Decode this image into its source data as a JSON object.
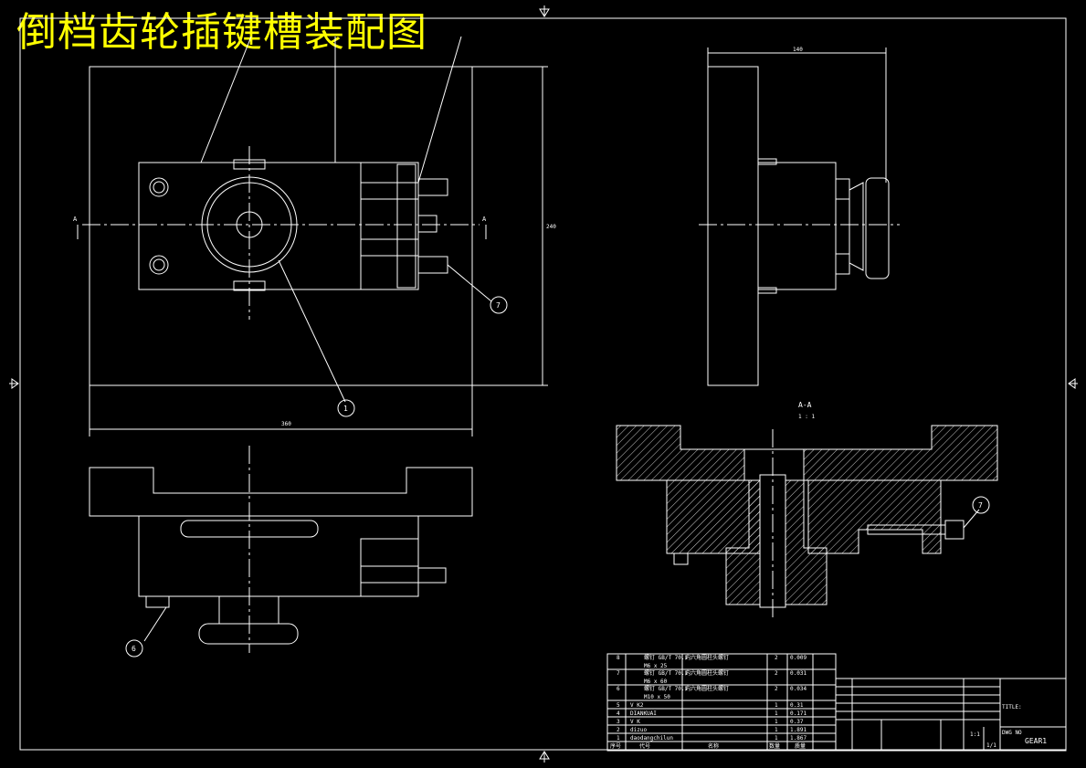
{
  "drawing_title": "倒档齿轮插键槽装配图",
  "views": {
    "front": {
      "dim_width": "360",
      "dim_height": "240",
      "section_mark_left": "A",
      "section_mark_right": "A"
    },
    "side": {
      "dim_width": "140"
    },
    "section": {
      "label": "A-A",
      "scale": "1 : 1"
    }
  },
  "balloons": {
    "b1": "1",
    "b6": "6",
    "b7a": "7",
    "b7b": "7"
  },
  "bom": {
    "rows": [
      {
        "no": "8",
        "name": "螺钉 GB/T 70.1",
        "spec": "M6 x 25",
        "desc": "内六角圆柱头螺钉",
        "qty": "2",
        "mass": "0.009"
      },
      {
        "no": "7",
        "name": "螺钉 GB/T 70.1",
        "spec": "M6 x 60",
        "desc": "内六角圆柱头螺钉",
        "qty": "2",
        "mass": "0.031"
      },
      {
        "no": "6",
        "name": "螺钉 GB/T 70.1",
        "spec": "M10 x 50",
        "desc": "内六角圆柱头螺钉",
        "qty": "2",
        "mass": "0.034"
      },
      {
        "no": "5",
        "name": "V K2",
        "spec": "",
        "desc": "",
        "qty": "1",
        "mass": "0.31"
      },
      {
        "no": "4",
        "name": "DIANKUAI",
        "spec": "",
        "desc": "",
        "qty": "1",
        "mass": "0.171"
      },
      {
        "no": "3",
        "name": "V K",
        "spec": "",
        "desc": "",
        "qty": "1",
        "mass": "0.37"
      },
      {
        "no": "2",
        "name": "dizuo",
        "spec": "",
        "desc": "",
        "qty": "1",
        "mass": "1.891"
      },
      {
        "no": "1",
        "name": "daodangchilun",
        "spec": "",
        "desc": "",
        "qty": "1",
        "mass": "1.867"
      }
    ],
    "header": {
      "no": "序号",
      "name": "代号",
      "desc": "名称",
      "qty": "数量",
      "mass": "质量"
    }
  },
  "title_block": {
    "title_label": "TITLE:",
    "dwg_no_label": "DWG NO",
    "dwg_no": "GEAR1",
    "scale": "1:1",
    "sheet": "1/1"
  }
}
